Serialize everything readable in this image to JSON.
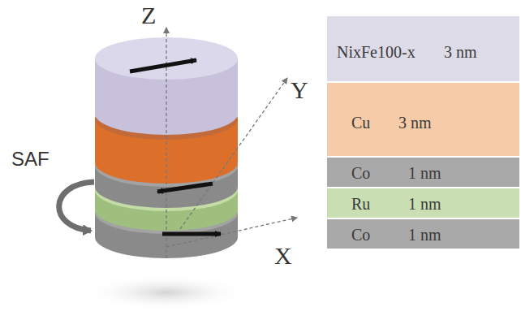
{
  "diagram": {
    "nodes": [
      {
        "text": [
          "NixFe100-x",
          "3 nm"
        ]
      },
      {
        "text": [
          "Cu",
          "3 nm"
        ]
      },
      {
        "text": [
          "Co",
          "1 nm"
        ]
      },
      {
        "text": [
          "Ru",
          "1 nm"
        ]
      },
      {
        "text": [
          "Co",
          "1 nm"
        ]
      }
    ],
    "labels": [
      "Z",
      "Y",
      "X",
      "SAF"
    ]
  }
}
